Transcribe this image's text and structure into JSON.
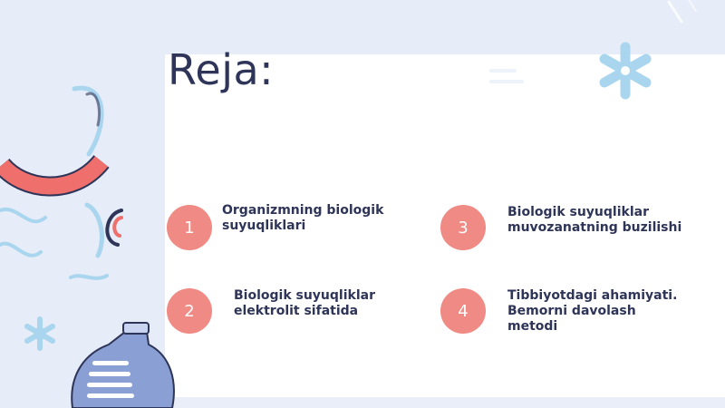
{
  "slide": {
    "title": "Reja:",
    "items": [
      {
        "number": "1",
        "text": "Organizmning biologik\nsuyuqliklari"
      },
      {
        "number": "2",
        "text": "Biologik suyuqliklar\nelektrolit sifatida"
      },
      {
        "number": "3",
        "text": "Biologik suyuqliklar\nmuvozanatning buzilishi"
      },
      {
        "number": "4",
        "text": "Tibbiyotdagi ahamiyati.\nBemorni davolash\nmetodi"
      }
    ]
  },
  "colors": {
    "background": "#e6ecf8",
    "panel": "#ffffff",
    "title_text": "#2e3558",
    "number_circle": "#ef8a84",
    "accent_coral": "#ef6f6c",
    "accent_light_blue": "#a9d6ee",
    "accent_navy": "#2e3558",
    "bottle_blue": "#8a9fd3"
  }
}
